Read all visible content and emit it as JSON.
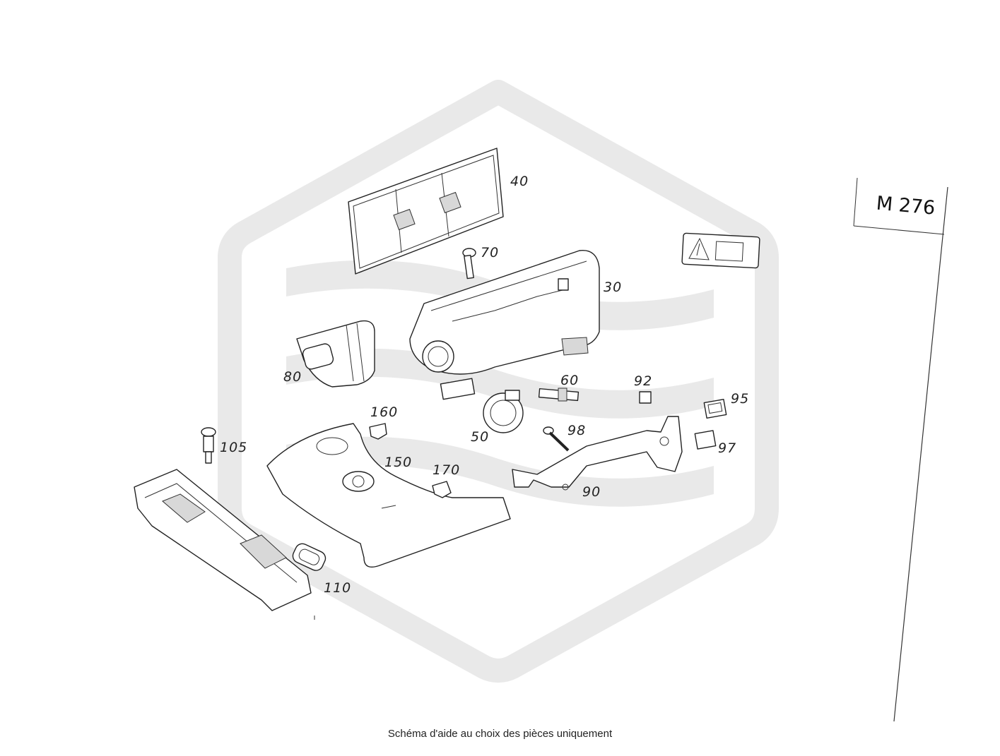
{
  "diagram": {
    "engine_code": "M 276",
    "caption": "Schéma d'aide au choix des pièces uniquement",
    "callouts": [
      {
        "id": "40",
        "label": "40"
      },
      {
        "id": "70",
        "label": "70"
      },
      {
        "id": "30",
        "label": "30"
      },
      {
        "id": "80",
        "label": "80"
      },
      {
        "id": "60",
        "label": "60"
      },
      {
        "id": "92",
        "label": "92"
      },
      {
        "id": "95",
        "label": "95"
      },
      {
        "id": "160",
        "label": "160"
      },
      {
        "id": "50",
        "label": "50"
      },
      {
        "id": "98",
        "label": "98"
      },
      {
        "id": "97",
        "label": "97"
      },
      {
        "id": "105",
        "label": "105"
      },
      {
        "id": "150",
        "label": "150"
      },
      {
        "id": "170",
        "label": "170"
      },
      {
        "id": "90",
        "label": "90"
      },
      {
        "id": "110",
        "label": "110"
      }
    ],
    "watermark_color": "#e9e9e9"
  }
}
